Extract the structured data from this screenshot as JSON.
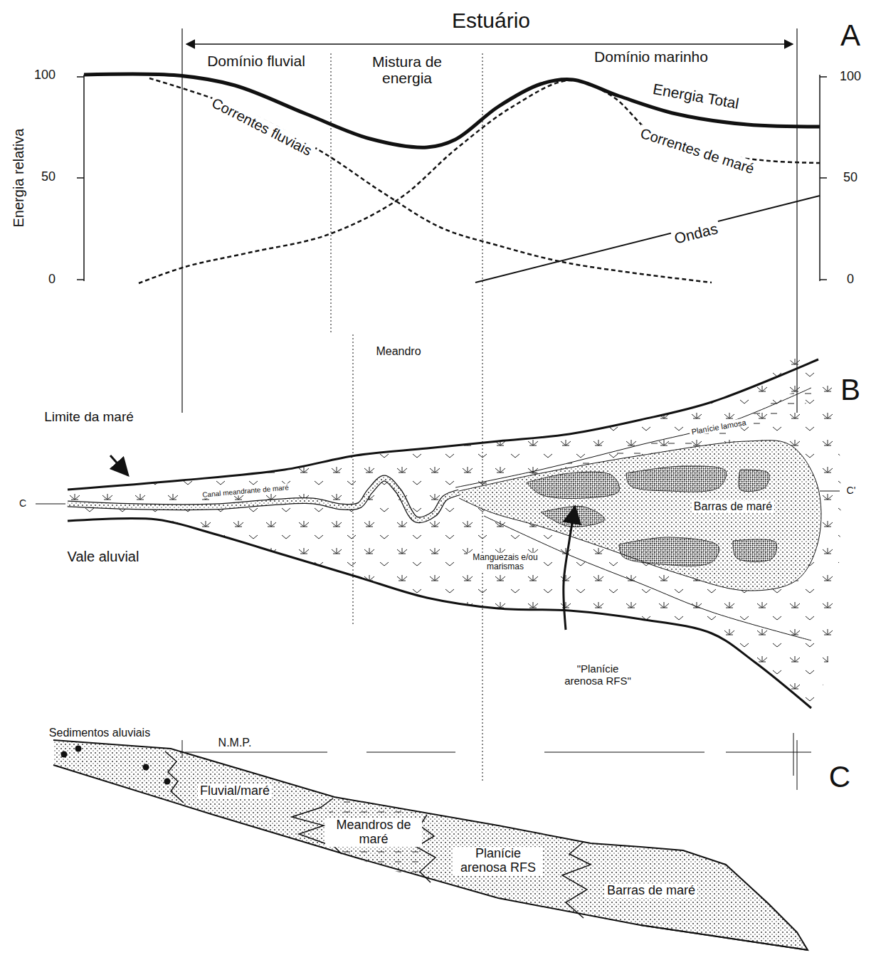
{
  "diagram": {
    "labels": [
      "Estuário",
      "A",
      "Domínio fluvial",
      "Mistura de energia",
      "Domínio marinho",
      "100",
      "50",
      "0",
      "100",
      "50",
      "0",
      "Energia relativa",
      "Energia Total",
      "Correntes fluviais",
      "Correntes de maré",
      "Ondas",
      "Meandro",
      "B",
      "Limite da maré",
      "C",
      "C'",
      "Vale aluvial",
      "Canal meandrante de maré",
      "Planície lamosa",
      "Barras de maré",
      "Manguezais e/ou marismas",
      "\"Planície arenosa RFS\"",
      "Sedimentos aluviais",
      "N.M.P.",
      "C",
      "Fluvial/maré",
      "Meandros de maré",
      "Planície arenosa RFS",
      "Barras de maré"
    ]
  }
}
